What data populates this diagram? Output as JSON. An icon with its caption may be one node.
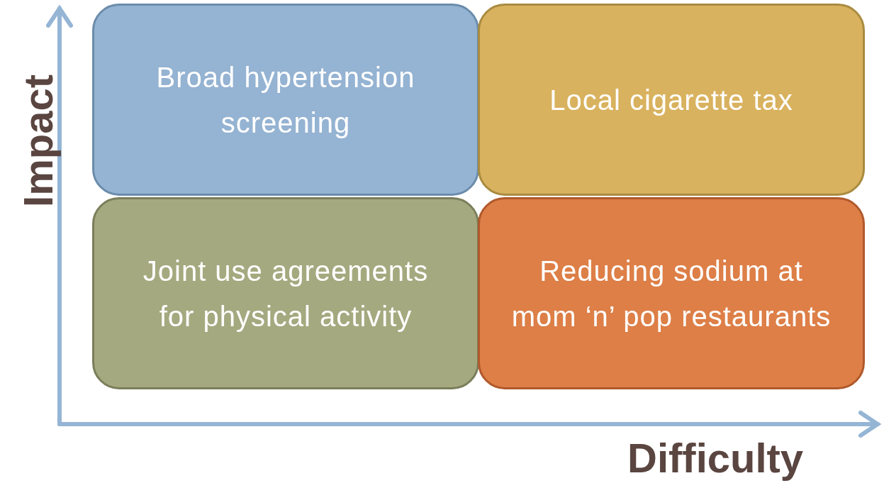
{
  "diagram": {
    "nodes": [
      {
        "text": [
          "Broad hypertension screening"
        ]
      },
      {
        "text": [
          "Local cigarette tax"
        ]
      },
      {
        "text": [
          "Joint use agreements for physical activity"
        ]
      },
      {
        "text": [
          "Reducing sodium at mom ‘n’ pop restaurants"
        ]
      }
    ],
    "labels": [
      "Impact",
      "Difficulty"
    ]
  }
}
